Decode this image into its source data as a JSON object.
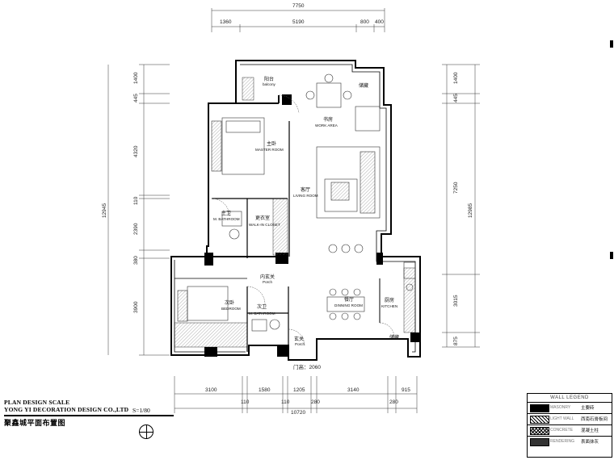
{
  "title": {
    "line1": "PLAN DESIGN SCALE",
    "line2": "YONG YI DECORATION DESIGN CO.,LTD",
    "scale": "S=1/80",
    "cn": "聚鑫城平面布置图"
  },
  "dims": {
    "top_total": "7750",
    "top": [
      "1360",
      "5190",
      "800",
      "400"
    ],
    "left_total": "12945",
    "left": [
      "1400",
      "445",
      "4320",
      "110",
      "2390",
      "380",
      "3900"
    ],
    "right_total": "12985",
    "right_upper_total": "7250",
    "right": [
      "1400",
      "445",
      "3015",
      "875"
    ],
    "bottom_total": "10720",
    "bottom_upper": [
      "3100",
      "1580",
      "1205",
      "3140",
      "915"
    ],
    "bottom_lower": [
      "110",
      "110",
      "280",
      "280"
    ],
    "door_height": "门高：2060"
  },
  "rooms": {
    "balcony": {
      "cn": "阳台",
      "en": "balcony"
    },
    "work_area": {
      "cn": "书房",
      "en": "WORK AREA"
    },
    "master_room": {
      "cn": "主卧",
      "en": "MASTER ROOM"
    },
    "living_room": {
      "cn": "客厅",
      "en": "LIVING ROOM"
    },
    "m_bathroom": {
      "cn": "主卫",
      "en": "M. BATHROOM"
    },
    "walkin": {
      "cn": "更衣室",
      "en": "WALK-IN CLOSET"
    },
    "porch_inner": {
      "cn": "内玄关",
      "en": "Porch"
    },
    "bedroom": {
      "cn": "次卧",
      "en": "BEDROOM"
    },
    "m_bathroom2": {
      "cn": "次卫",
      "en": "M. BATHROOM"
    },
    "dining": {
      "cn": "餐厅",
      "en": "DINNING ROOM"
    },
    "kitchen": {
      "cn": "厨房",
      "en": "KITCHEN"
    },
    "porch": {
      "cn": "玄关",
      "en": "Porch"
    },
    "storage_top": {
      "cn": "储藏",
      "en": ""
    },
    "storage_bottom": {
      "cn": "储藏",
      "en": ""
    }
  },
  "legend": {
    "title": "WALL LEGEND",
    "rows": [
      {
        "en": "MASONRY",
        "cn": "主要砖"
      },
      {
        "en": "LIGHT WALL",
        "cn": "西南石膏板间"
      },
      {
        "en": "CONCRETE",
        "cn": "混凝土柱"
      },
      {
        "en": "RENDERING",
        "cn": "表面抹灰"
      }
    ]
  }
}
